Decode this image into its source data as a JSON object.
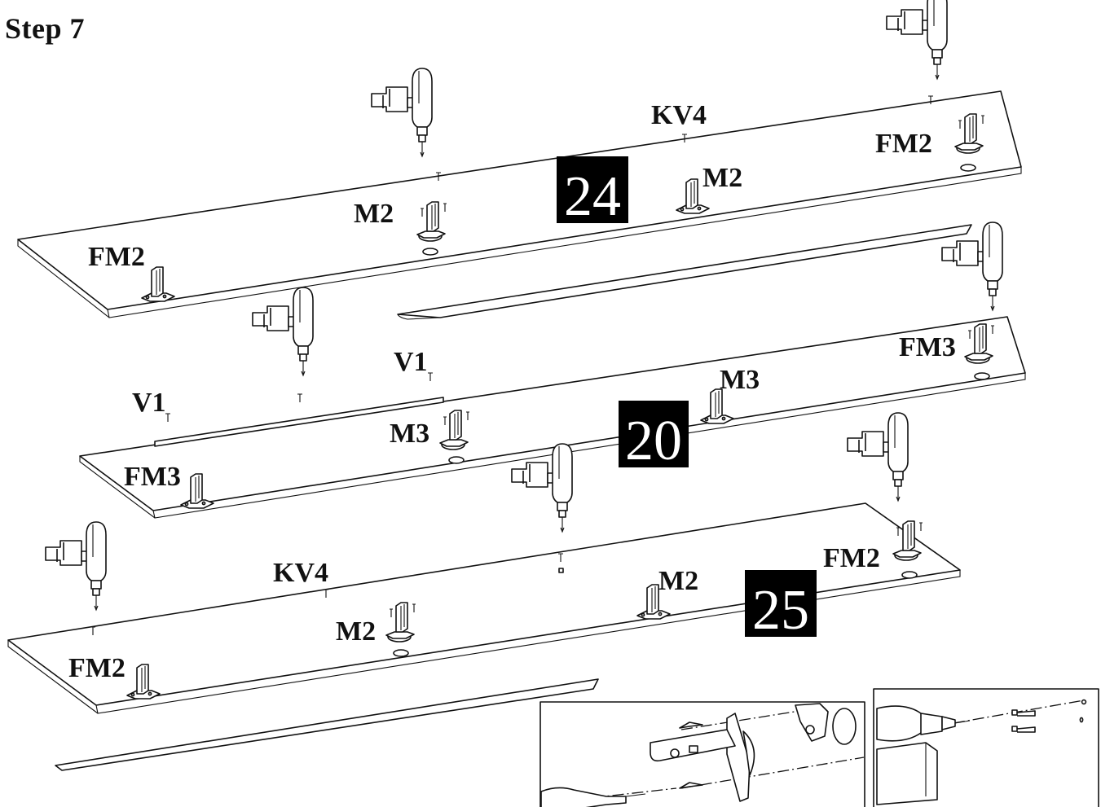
{
  "step": {
    "title": "Step 7"
  },
  "panels": [
    {
      "number": "24"
    },
    {
      "number": "20"
    },
    {
      "number": "25"
    }
  ],
  "labels": {
    "kv4_top": "KV4",
    "fm2_top_right": "FM2",
    "m2_top_center": "M2",
    "m2_top_left": "M2",
    "fm2_top_left": "FM2",
    "v1_mid_center": "V1",
    "v1_mid_left": "V1",
    "fm3_mid_right": "FM3",
    "m3_mid_center": "M3",
    "m3_mid_left": "M3",
    "fm3_mid_left": "FM3",
    "kv4_bottom": "KV4",
    "fm2_bottom_right": "FM2",
    "m2_bottom_center": "M2",
    "m2_bottom_left": "M2",
    "fm2_bottom_left": "FM2"
  },
  "icons": {
    "drill": "drill-icon",
    "hinge": "hinge-icon",
    "screw": "screw-icon",
    "dowel": "dowel-icon"
  },
  "colors": {
    "ink": "#111111",
    "badge": "#000000",
    "paper": "#ffffff"
  }
}
